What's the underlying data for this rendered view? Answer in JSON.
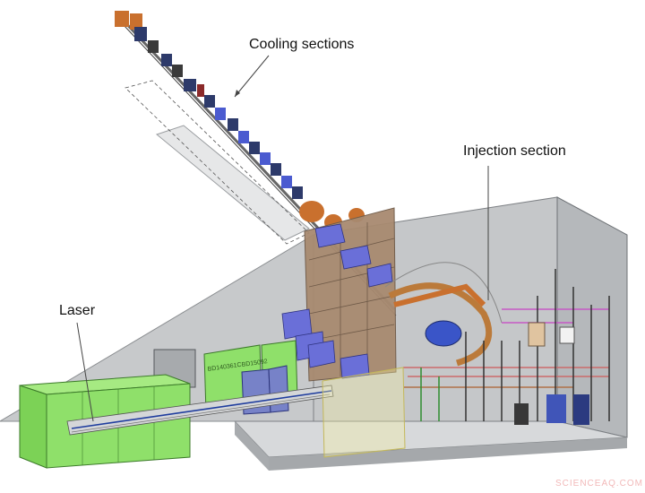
{
  "labels": {
    "cooling": "Cooling sections",
    "injection": "Injection section",
    "laser": "Laser"
  },
  "watermark": "SCIENCEAQ.COM",
  "stencils": [
    "BD140361C",
    "BD15092"
  ],
  "colors": {
    "room_wall": "#c9cbcd",
    "room_floor": "#d9dadb",
    "laser_box": "#8fe06a",
    "laser_box_edge": "#3c7a2a",
    "shield_brown": "#a88a70",
    "magnet_blue": "#6a6fd8",
    "cooling_bed": "#e6e7e8",
    "watermark": "#f2b9b9"
  }
}
